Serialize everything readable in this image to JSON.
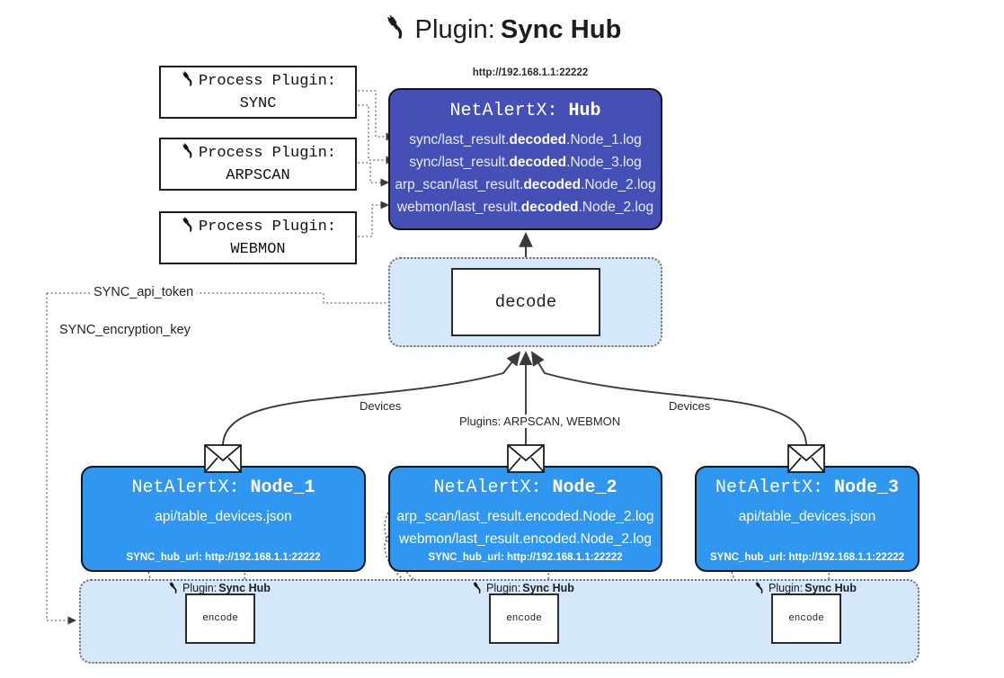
{
  "title": {
    "icon": "plug-icon",
    "prefix": "Plugin: ",
    "name": "Sync Hub"
  },
  "process_plugins": [
    {
      "icon": "plug-icon",
      "header": "Process Plugin:",
      "name": "SYNC"
    },
    {
      "icon": "plug-icon",
      "header": "Process Plugin:",
      "name": "ARPSCAN"
    },
    {
      "icon": "plug-icon",
      "header": "Process Plugin:",
      "name": "WEBMON"
    }
  ],
  "hub": {
    "url": "http://192.168.1.1:22222",
    "title_prefix": "NetAlertX: ",
    "title_name": "Hub",
    "logs": [
      {
        "pre": "sync/last_result.",
        "em": "decoded",
        "post": ".Node_1.log"
      },
      {
        "pre": "sync/last_result.",
        "em": "decoded",
        "post": ".Node_3.log"
      },
      {
        "pre": "arp_scan/last_result.",
        "em": "decoded",
        "post": ".Node_2.log"
      },
      {
        "pre": "webmon/last_result.",
        "em": "decoded",
        "post": ".Node_2.log"
      }
    ]
  },
  "decode": {
    "label": "decode"
  },
  "secrets": [
    {
      "label": "SYNC_api_token"
    },
    {
      "label": "SYNC_encryption_key"
    }
  ],
  "edge_labels": {
    "devices_left": "Devices",
    "plugins_center": "Plugins: ARPSCAN, WEBMON",
    "devices_right": "Devices"
  },
  "nodes": [
    {
      "title_prefix": "NetAlertX: ",
      "title_name": "Node_1",
      "lines": [
        "api/table_devices.json"
      ],
      "footer": "SYNC_hub_url: http://192.168.1.1:22222",
      "envelope_icon": "envelope-icon"
    },
    {
      "title_prefix": "NetAlertX: ",
      "title_name": "Node_2",
      "lines": [
        "arp_scan/last_result.encoded.Node_2.log",
        "webmon/last_result.encoded.Node_2.log"
      ],
      "footer": "SYNC_hub_url: http://192.168.1.1:22222",
      "envelope_icon": "envelope-icon"
    },
    {
      "title_prefix": "NetAlertX: ",
      "title_name": "Node_3",
      "lines": [
        "api/table_devices.json"
      ],
      "footer": "SYNC_hub_url: http://192.168.1.1:22222",
      "envelope_icon": "envelope-icon"
    }
  ],
  "encoders": [
    {
      "plugin_prefix": "Plugin: ",
      "plugin_name": "Sync Hub",
      "label": "encode",
      "icon": "plug-icon"
    },
    {
      "plugin_prefix": "Plugin: ",
      "plugin_name": "Sync Hub",
      "label": "encode",
      "icon": "plug-icon"
    },
    {
      "plugin_prefix": "Plugin: ",
      "plugin_name": "Sync Hub",
      "label": "encode",
      "icon": "plug-icon"
    }
  ],
  "colors": {
    "hub": "#4450b6",
    "node": "#2f97ef",
    "group": "#d5e8f9",
    "stroke": "#151515"
  }
}
